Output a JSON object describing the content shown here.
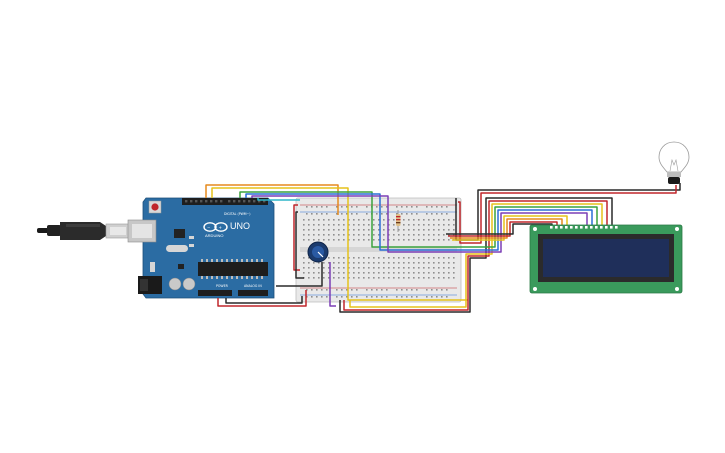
{
  "arduino": {
    "brand": "ARDUINO",
    "model": "UNO",
    "digital_label": "DIGITAL (PWM~)",
    "power_label": "POWER",
    "analog_label": "ANALOG IN"
  },
  "colors": {
    "board": "#2b6ca3",
    "breadboard": "#e9e9e9",
    "lcd_pcb": "#3a9a5c",
    "lcd_screen": "#1f2f5a",
    "wire_red": "#c0262b",
    "wire_black": "#2a2a2a",
    "wire_orange": "#e58a1e",
    "wire_yellow": "#e6c21a",
    "wire_green": "#3aa23d",
    "wire_blue": "#2a6fd6",
    "wire_purple": "#7b3fb5",
    "wire_cyan": "#2fb6c9"
  },
  "icons": [
    "usb-cable-icon",
    "lightbulb-icon",
    "potentiometer-icon",
    "resistor-icon"
  ]
}
